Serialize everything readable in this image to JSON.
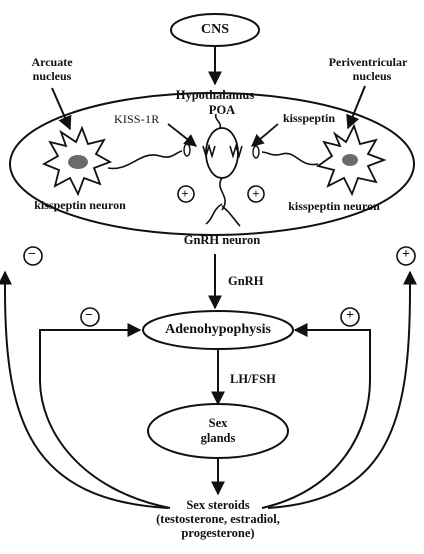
{
  "nodes": {
    "cns": "CNS",
    "arcuate": [
      "Arcuate",
      "nucleus"
    ],
    "periventricular": [
      "Periventricular",
      "nucleus"
    ],
    "hypothalamus": "Hypothalamus",
    "poa": "POA",
    "kiss1r": "KISS-1R",
    "kisspeptin": "kisspeptin",
    "kisspeptin_neuron_left": "kisspeptin neuron",
    "kisspeptin_neuron_right": "kisspeptin neuron",
    "gnrh_neuron": "GnRH neuron",
    "adenohypophysis": "Adenohypophysis",
    "sex_glands": [
      "Sex",
      "glands"
    ],
    "sex_steroids": [
      "Sex steroids",
      "(testosterone, estradiol,",
      "progesterone)"
    ]
  },
  "edges": {
    "gnrh": "GnRH",
    "lh_fsh": "LH/FSH"
  },
  "signs": {
    "plus": "+",
    "minus": "−"
  }
}
